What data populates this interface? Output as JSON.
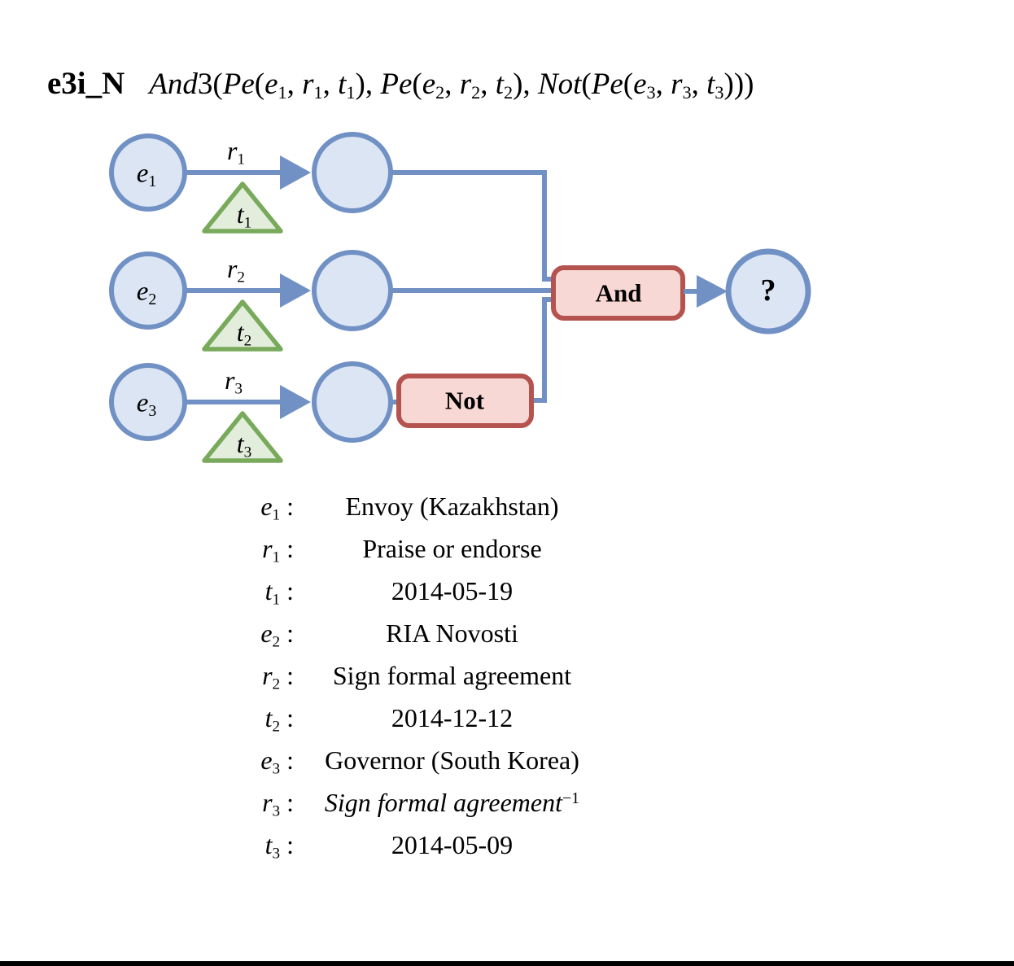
{
  "colors": {
    "node_fill": "#dbe5f4",
    "node_stroke": "#7191c5",
    "time_fill": "#e2eedb",
    "time_stroke": "#79aa5c",
    "operator_fill": "#f8d8d5",
    "operator_stroke": "#b5534e",
    "text": "#000000",
    "rule": "#000000"
  },
  "title": {
    "tag": "e3i_N",
    "formula_segments": [
      [
        "i",
        "And"
      ],
      [
        "t",
        "3("
      ],
      [
        "i",
        "Pe"
      ],
      [
        "t",
        "("
      ],
      [
        "i",
        "e"
      ],
      [
        "s",
        "1"
      ],
      [
        "t",
        ", "
      ],
      [
        "i",
        "r"
      ],
      [
        "s",
        "1"
      ],
      [
        "t",
        ", "
      ],
      [
        "i",
        "t"
      ],
      [
        "s",
        "1"
      ],
      [
        "t",
        "), "
      ],
      [
        "i",
        "Pe"
      ],
      [
        "t",
        "("
      ],
      [
        "i",
        "e"
      ],
      [
        "s",
        "2"
      ],
      [
        "t",
        ", "
      ],
      [
        "i",
        "r"
      ],
      [
        "s",
        "2"
      ],
      [
        "t",
        ", "
      ],
      [
        "i",
        "t"
      ],
      [
        "s",
        "2"
      ],
      [
        "t",
        "), "
      ],
      [
        "i",
        "Not"
      ],
      [
        "t",
        "("
      ],
      [
        "i",
        "Pe"
      ],
      [
        "t",
        "("
      ],
      [
        "i",
        "e"
      ],
      [
        "s",
        "3"
      ],
      [
        "t",
        ", "
      ],
      [
        "i",
        "r"
      ],
      [
        "s",
        "3"
      ],
      [
        "t",
        ", "
      ],
      [
        "i",
        "t"
      ],
      [
        "s",
        "3"
      ],
      [
        "t",
        ")))"
      ]
    ]
  },
  "diagram": {
    "nodes": {
      "e1_segments": [
        [
          "i",
          "e"
        ],
        [
          "s",
          "1"
        ]
      ],
      "e2_segments": [
        [
          "i",
          "e"
        ],
        [
          "s",
          "2"
        ]
      ],
      "e3_segments": [
        [
          "i",
          "e"
        ],
        [
          "s",
          "3"
        ]
      ],
      "answer_label": "?"
    },
    "relations": {
      "r1_segments": [
        [
          "i",
          "r"
        ],
        [
          "s",
          "1"
        ]
      ],
      "r2_segments": [
        [
          "i",
          "r"
        ],
        [
          "s",
          "2"
        ]
      ],
      "r3_segments": [
        [
          "i",
          "r"
        ],
        [
          "s",
          "3"
        ]
      ]
    },
    "times": {
      "t1_segments": [
        [
          "i",
          "t"
        ],
        [
          "s",
          "1"
        ]
      ],
      "t2_segments": [
        [
          "i",
          "t"
        ],
        [
          "s",
          "2"
        ]
      ],
      "t3_segments": [
        [
          "i",
          "t"
        ],
        [
          "s",
          "3"
        ]
      ]
    },
    "operators": {
      "and_label": "And",
      "not_label": "Not"
    }
  },
  "legend": {
    "rows": [
      {
        "label_segments": [
          [
            "i",
            "e"
          ],
          [
            "s",
            "1"
          ],
          [
            "t",
            " :"
          ]
        ],
        "value_segments": [
          [
            "t",
            "Envoy (Kazakhstan)"
          ]
        ]
      },
      {
        "label_segments": [
          [
            "i",
            "r"
          ],
          [
            "s",
            "1"
          ],
          [
            "t",
            " :"
          ]
        ],
        "value_segments": [
          [
            "t",
            "Praise or endorse"
          ]
        ]
      },
      {
        "label_segments": [
          [
            "i",
            "t"
          ],
          [
            "s",
            "1"
          ],
          [
            "t",
            " :"
          ]
        ],
        "value_segments": [
          [
            "t",
            "2014-05-19"
          ]
        ]
      },
      {
        "label_segments": [
          [
            "i",
            "e"
          ],
          [
            "s",
            "2"
          ],
          [
            "t",
            " :"
          ]
        ],
        "value_segments": [
          [
            "t",
            "RIA Novosti"
          ]
        ]
      },
      {
        "label_segments": [
          [
            "i",
            "r"
          ],
          [
            "s",
            "2"
          ],
          [
            "t",
            " :"
          ]
        ],
        "value_segments": [
          [
            "t",
            "Sign formal agreement"
          ]
        ]
      },
      {
        "label_segments": [
          [
            "i",
            "t"
          ],
          [
            "s",
            "2"
          ],
          [
            "t",
            " :"
          ]
        ],
        "value_segments": [
          [
            "t",
            "2014-12-12"
          ]
        ]
      },
      {
        "label_segments": [
          [
            "i",
            "e"
          ],
          [
            "s",
            "3"
          ],
          [
            "t",
            " :"
          ]
        ],
        "value_segments": [
          [
            "t",
            "Governor (South Korea)"
          ]
        ]
      },
      {
        "label_segments": [
          [
            "i",
            "r"
          ],
          [
            "s",
            "3"
          ],
          [
            "t",
            " :"
          ]
        ],
        "value_segments": [
          [
            "i",
            "Sign formal agreement"
          ],
          [
            "sup",
            "−1"
          ]
        ]
      },
      {
        "label_segments": [
          [
            "i",
            "t"
          ],
          [
            "s",
            "3"
          ],
          [
            "t",
            " :"
          ]
        ],
        "value_segments": [
          [
            "t",
            "2014-05-09"
          ]
        ]
      }
    ]
  }
}
